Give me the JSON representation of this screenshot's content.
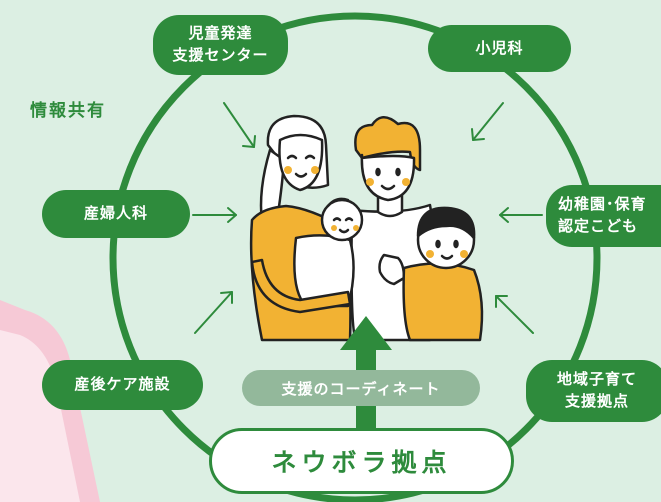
{
  "share_label": "情報共有",
  "nodes": {
    "child_dev": {
      "line1": "児童発達",
      "line2": "支援センター"
    },
    "pediatrics": {
      "label": "小児科"
    },
    "obgyn": {
      "label": "産婦人科"
    },
    "kindergarten": {
      "line1": "幼稚園･保育",
      "line2": "認定こども"
    },
    "postpartum": {
      "label": "産後ケア施設"
    },
    "community": {
      "line1": "地域子育て",
      "line2": "支援拠点"
    }
  },
  "coordination_label": "支援のコーディネート",
  "hub_label": "ネウボラ拠点",
  "colors": {
    "background": "#dcefe3",
    "green": "#2e8b3c",
    "coordination_pill": "#93b89b",
    "yellow": "#f2b233",
    "pink": "#f6c9d6"
  }
}
